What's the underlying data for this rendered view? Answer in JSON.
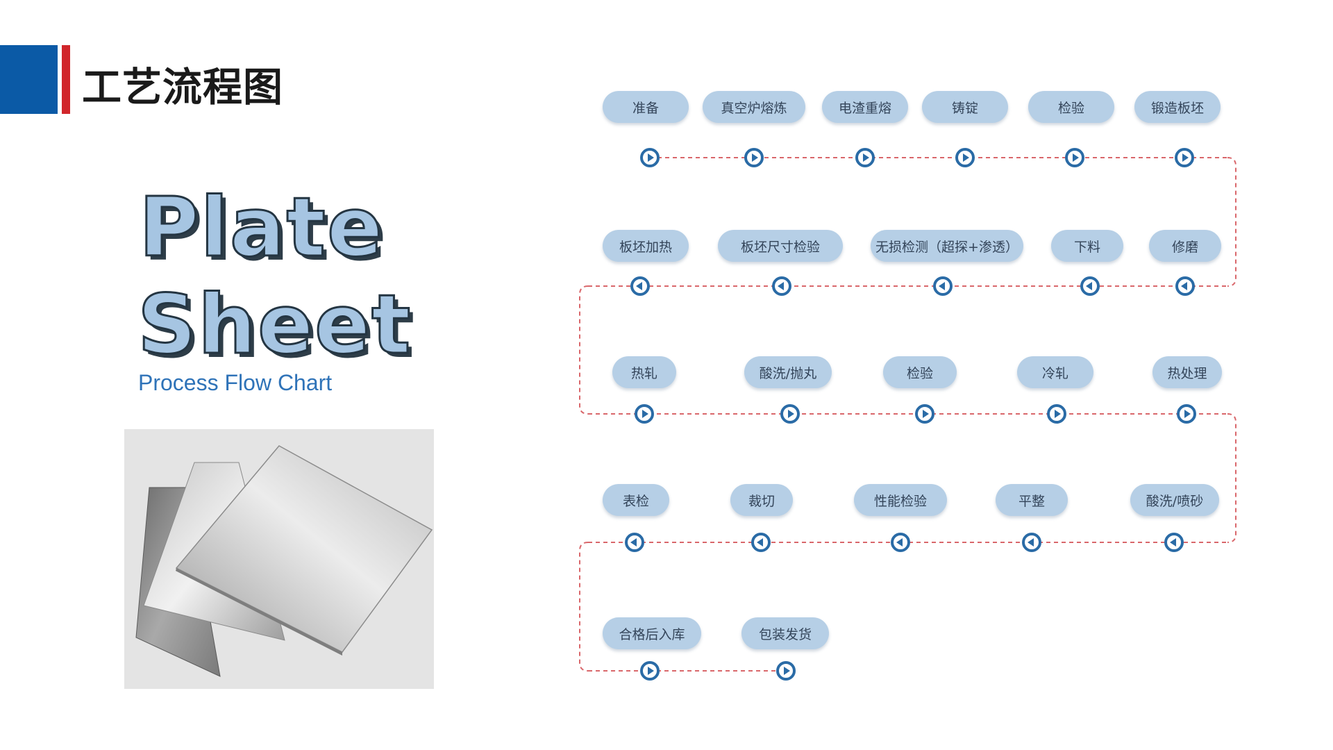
{
  "header": {
    "title": "工艺流程图"
  },
  "hero": {
    "word1": "Plate",
    "word2": "Sheet",
    "subtitle": "Process Flow Chart"
  },
  "colors": {
    "accent_blue": "#0b5aa6",
    "accent_red": "#d1262b",
    "pill_fill": "#b6cfe6",
    "node_blue": "#2a6ba6",
    "dashed_line": "#d9676b",
    "subtitle_blue": "#2f73b8"
  },
  "flow": {
    "rows": [
      {
        "direction": "right",
        "steps": [
          "准备",
          "真空炉熔炼",
          "电渣重熔",
          "铸锭",
          "检验",
          "锻造板坯"
        ]
      },
      {
        "direction": "left",
        "steps": [
          "板坯加热",
          "板坯尺寸检验",
          "无损检测（超探+渗透）",
          "下料",
          "修磨"
        ]
      },
      {
        "direction": "right",
        "steps": [
          "热轧",
          "酸洗/抛丸",
          "检验",
          "冷轧",
          "热处理"
        ]
      },
      {
        "direction": "left",
        "steps": [
          "表检",
          "裁切",
          "性能检验",
          "平整",
          "酸洗/喷砂"
        ]
      },
      {
        "direction": "right",
        "steps": [
          "合格后入库",
          "包装发货"
        ]
      }
    ],
    "node_icons": {
      "right": "play-right-icon",
      "left": "play-left-icon"
    }
  }
}
